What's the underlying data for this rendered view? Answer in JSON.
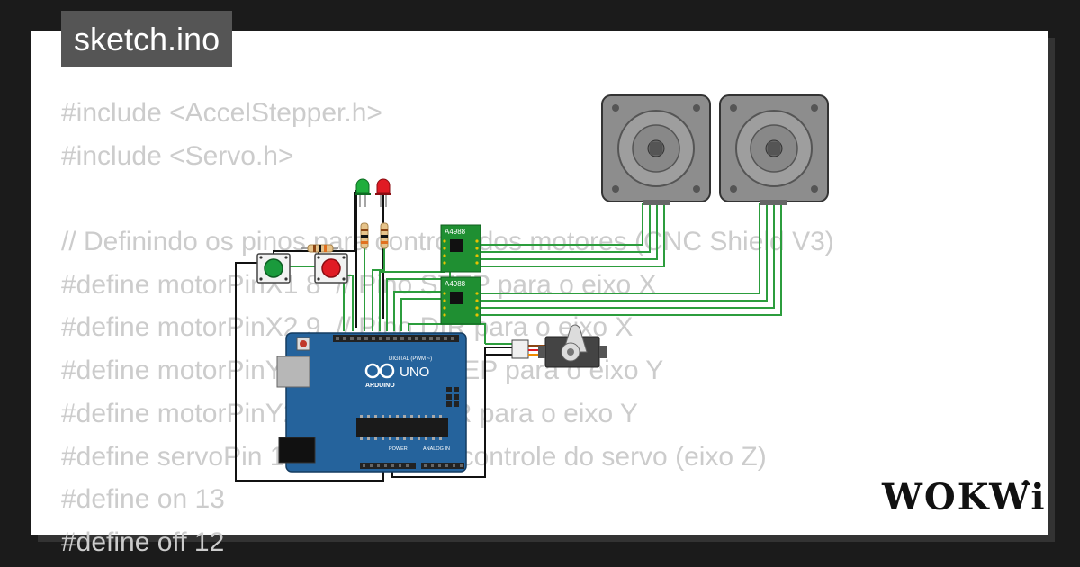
{
  "title": "sketch.ino",
  "code_lines": [
    "#include <AccelStepper.h>",
    "#include <Servo.h>",
    "",
    "// Definindo os pinos para controle dos motores (CNC Shield V3)",
    "#define motorPinX1 8  // Pino STEP para o eixo X",
    "#define motorPinX2 9  // Pino DIR para o eixo X",
    "#define motorPinY1 10 // Pino STEP para o eixo Y",
    "#define motorPinY2 11 // Pino DIR para o eixo Y",
    "#define servoPin 12  // Pino para controle do servo (eixo Z)",
    "#define on 13",
    "#define off 12"
  ],
  "board": {
    "uno_label": "UNO",
    "arduino_label": "ARDUINO",
    "digital_label": "DIGITAL (PWM ~)",
    "power_label": "POWER",
    "analog_label": "ANALOG IN"
  },
  "drivers": {
    "label": "A4988"
  },
  "logo_text": "WOKWi",
  "colors": {
    "background": "#1b1b1b",
    "card": "#ffffff",
    "code_text": "#cccccc",
    "title_tab": "#555555",
    "board_blue": "#25639c",
    "driver_green": "#1f8f32",
    "wire_green": "#2c9d3d",
    "wire_black": "#111111",
    "button_green": "#1a9a3c",
    "button_red": "#e01b24",
    "motor_gray": "#8d8d8d"
  }
}
